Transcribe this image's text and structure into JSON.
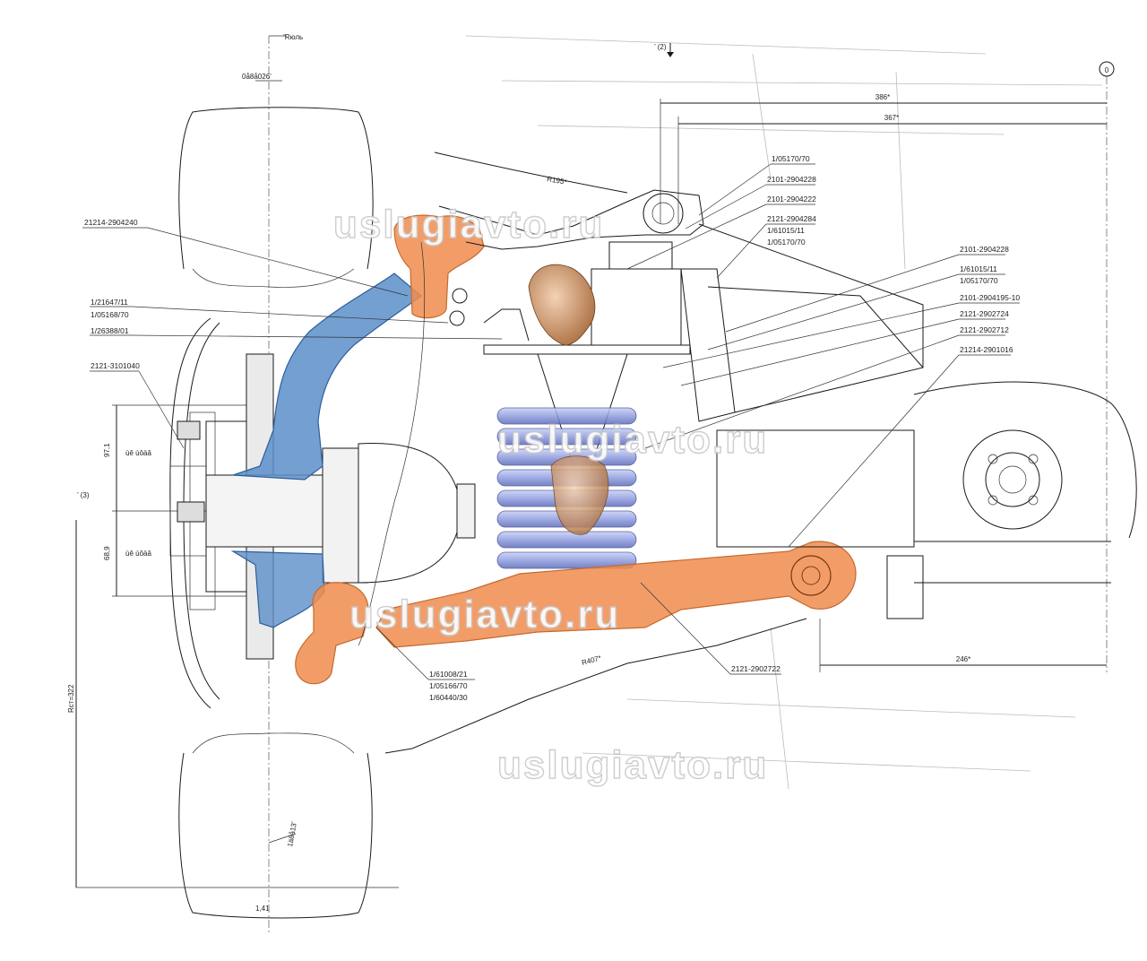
{
  "colors": {
    "upper_arm": "#5b8ec9",
    "lower_arm": "#f08c4e",
    "spring": "#8f9de0",
    "bump_stop": "#c98a5a",
    "line": "#1a1a1a",
    "watermark_stroke": "#c8c8c8"
  },
  "icons": {
    "datum_marker": "circle-zero",
    "section_arrow": "arrow-down"
  },
  "watermarks": [
    "uslugiavto.ru",
    "uslugiavto.ru",
    "uslugiavto.ru",
    "uslugiavto.ru"
  ],
  "header": {
    "section_mark": "’ (2)",
    "datum": "0",
    "upper_note": "’Rюль",
    "angle_note": "0å8å026’"
  },
  "dimensions": {
    "top_width_1": "386*",
    "top_width_2": "367*",
    "upper_radius": "R195*",
    "lower_radius": "R407*",
    "bottom_width": "246*",
    "hub_upper": "97,1",
    "hub_lower": "68,9",
    "hub_upper_note": "ùê ùôäâ",
    "hub_lower_note": "ùê ùôäâ",
    "wheel_radius": "Rст=322",
    "side_mark": "’ (3)",
    "camber": "1,41",
    "toe": "1ä8å13’"
  },
  "callouts": {
    "left": [
      "21214-2904240",
      "1/21647/11",
      "1/05168/70",
      "1/26388/01",
      "2121-3101040"
    ],
    "right": [
      "1/05170/70",
      "2101-2904228",
      "2101-2904222",
      "2121-2904284",
      "1/61015/11",
      "1/05170/70",
      "2101-2904228",
      "1/61015/11",
      "1/05170/70",
      "2101-2904195-10",
      "2121-2902724",
      "2121-2902712",
      "21214-2901016"
    ],
    "bottom": [
      "1/61008/21",
      "1/05166/70",
      "1/60440/30",
      "2121-2902722"
    ]
  }
}
